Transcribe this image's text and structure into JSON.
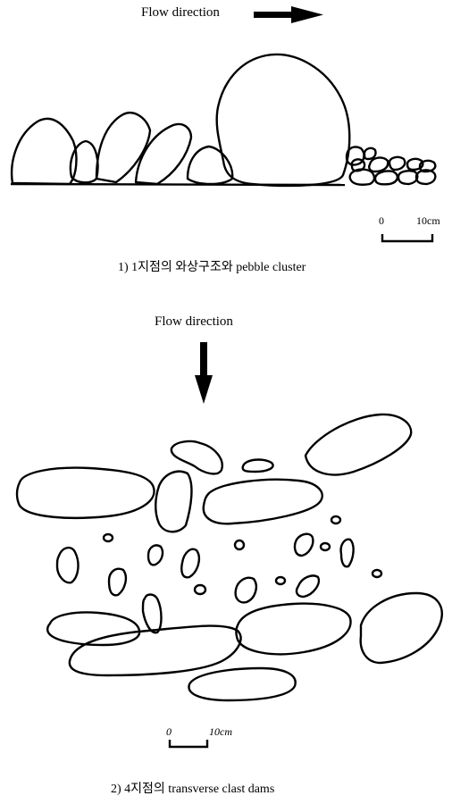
{
  "figure1": {
    "flow_label": "Flow direction",
    "scale_zero": "0",
    "scale_end": "10cm",
    "caption": "1) 1지점의 와상구조와 pebble cluster"
  },
  "figure2": {
    "flow_label": "Flow direction",
    "scale_zero": "0",
    "scale_end": "10cm",
    "caption": "2) 4지점의 transverse clast dams"
  }
}
